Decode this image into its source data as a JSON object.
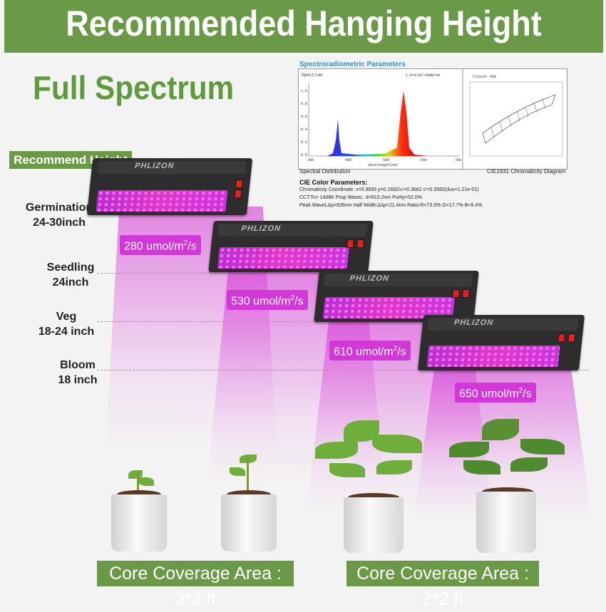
{
  "banner": {
    "title": "Recommended Hanging Height"
  },
  "heading": "Full Spectrum",
  "recommend_label": "Recommend Height",
  "stages": [
    {
      "name": "Germination",
      "height": "24-30inch"
    },
    {
      "name": "Seedling",
      "height": "24inch"
    },
    {
      "name": "Veg",
      "height": "18-24 inch"
    },
    {
      "name": "Bloom",
      "height": "18 inch"
    }
  ],
  "ppfd": [
    {
      "value": "280 umol/m",
      "sup": "2",
      "unit": "s"
    },
    {
      "value": "530 umol/m",
      "sup": "2",
      "unit": "s"
    },
    {
      "value": "610 umol/m",
      "sup": "2",
      "unit": "s"
    },
    {
      "value": "650 umol/m",
      "sup": "2",
      "unit": "s"
    }
  ],
  "brand": "PHLIZON",
  "spectro": {
    "title": "Spectroradiometric Parameters",
    "spectrum_label": "Spectrum",
    "spectrum_scale": "1.0=1185.60mW/nm",
    "y_ticks": [
      "1.0",
      "0.8",
      "0.6",
      "0.4",
      "0.2",
      "0.0"
    ],
    "x_ticks": [
      "380",
      "480",
      "580",
      "680",
      "780"
    ],
    "x_label": "Wavelength(nm)",
    "caption_left": "Spectral Distribution",
    "caption_right": "CIE1931 Chromaticity Diagram",
    "cie_label": "Cluster 400",
    "cie_title": "CIE Color Parameters:",
    "cie_lines": [
      "Chromaticity Coordinate: x=0.3893 y=0.1692/u'=0.3662 v'=0.3582(duv=1.21e-01)",
      "CCT:Tc= 1408K  Prop WaveL: d=610.2nm Purity=52.0%",
      "Peak WaveLΔp=636nm  Half Width:Δλp=21.4nm Ratio:R=73.0% G=17.7% B=9.4%"
    ]
  },
  "coverage": [
    {
      "label": "Core Coverage Area : 3*3 ft"
    },
    {
      "label": "Core Coverage Area : 2*2 ft"
    }
  ],
  "colors": {
    "green": "#6a9a48",
    "heading_green": "#5f9a3c",
    "ppfd_magenta": "#d238d8"
  }
}
